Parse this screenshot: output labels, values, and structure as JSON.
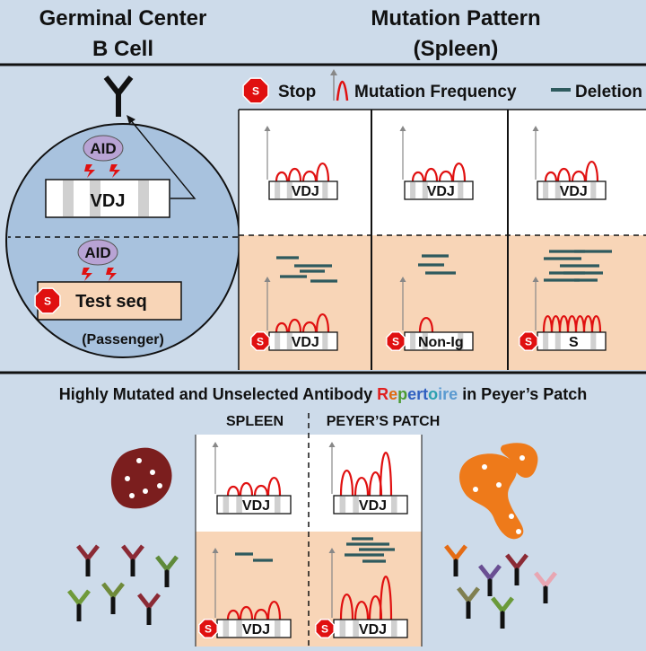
{
  "header": {
    "left_title_line1": "Germinal Center",
    "left_title_line2": "B Cell",
    "right_title_line1": "Mutation Pattern",
    "right_title_line2": "(Spleen)"
  },
  "legend": {
    "stop_symbol": "S",
    "stop_label": "Stop",
    "mutation_label": "Mutation Frequency",
    "deletion_label": "Deletion"
  },
  "cell": {
    "aid_label": "AID",
    "vdj_label": "VDJ",
    "test_seq_label": "Test seq",
    "passenger_label": "(Passenger)",
    "stop_symbol": "S"
  },
  "panels": {
    "top_labels": [
      "VDJ",
      "VDJ",
      "VDJ"
    ],
    "bottom_labels": [
      "VDJ",
      "Non-Ig",
      "S"
    ],
    "stop_symbol": "S"
  },
  "section2": {
    "title_part1": "Highly Mutated and Unselected Antibody ",
    "title_rainbow": [
      "R",
      "e",
      "p",
      "e",
      "r",
      "t",
      "o",
      "i",
      "r",
      "e"
    ],
    "title_rainbow_colors": [
      "#e02020",
      "#e06a10",
      "#4a9a30",
      "#3060c0",
      "#3060c0",
      "#3060c0",
      "#2aa0b0",
      "#5a9ad0",
      "#5a9ad0",
      "#5a9ad0"
    ],
    "title_part2": " in Peyer’s Patch",
    "spleen_label": "SPLEEN",
    "peyers_label": "PEYER’S PATCH",
    "vdj_label": "VDJ",
    "stop_symbol": "S"
  },
  "colors": {
    "background": "#cddbea",
    "cell_fill": "#a8c2de",
    "peach": "#f8d5b7",
    "mutation_red": "#e01010",
    "deletion_teal": "#2e5a5e",
    "stop_red": "#e01010",
    "aid_purple": "#b8a3d4",
    "spleen_organ": "#7b1e1e",
    "peyers_organ": "#ee7a1a"
  },
  "antibody_colors_spleen": [
    "#8b2a35",
    "#8b2a35",
    "#5f8a3a",
    "#6f8a3a",
    "#6f9a3a",
    "#8b2a35"
  ],
  "antibody_colors_peyers": [
    "#e46b14",
    "#6a4f93",
    "#8b2a35",
    "#7f7f50",
    "#6a9a3a",
    "#e8a6b2"
  ]
}
